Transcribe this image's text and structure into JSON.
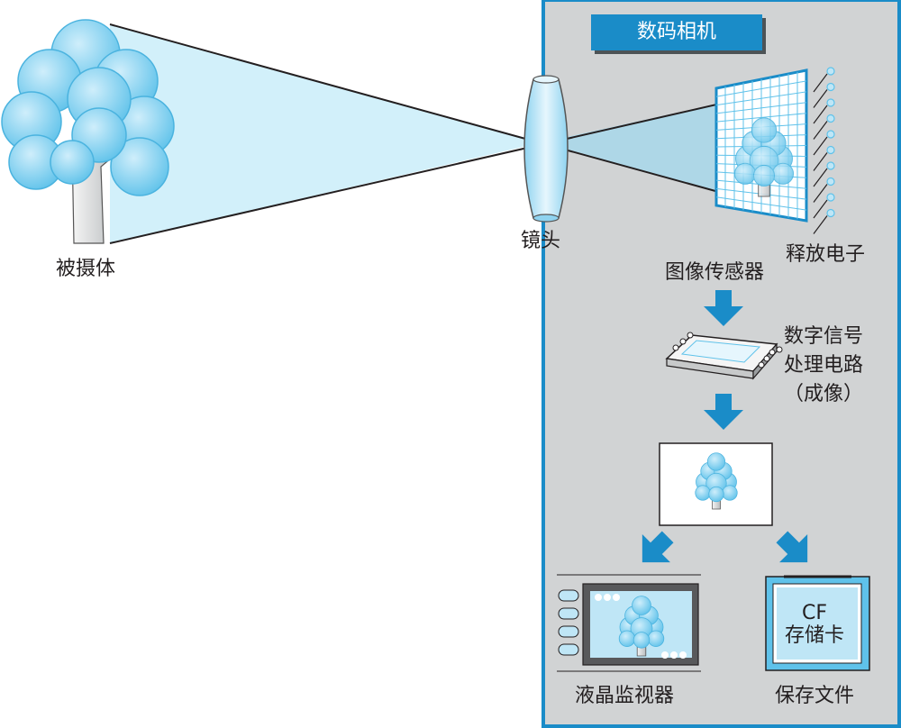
{
  "diagram": {
    "subject_label": "被摄体",
    "lens_label": "镜头",
    "camera_title": "数码相机",
    "emit_electrons_label": "释放电子",
    "image_sensor_label": "图像传感器",
    "dsp_line1": "数字信号",
    "dsp_line2": "处理电路",
    "dsp_line3": "（成像）",
    "lcd_label": "液晶监视器",
    "cf_card_line1": "CF",
    "cf_card_line2": "存储卡",
    "save_file_label": "保存文件"
  },
  "colors": {
    "camera_panel": "#d1d3d4",
    "panel_border": "#1a8cc8",
    "accent_blue": "#1a8cc8",
    "light_blue": "#bfe6f6",
    "tree_blue": "#5fc2ea"
  },
  "icons": [
    "tree-icon",
    "lens-icon",
    "sensor-grid-icon",
    "chip-icon",
    "arrow-down-icon",
    "lcd-monitor-icon",
    "cf-card-icon"
  ]
}
